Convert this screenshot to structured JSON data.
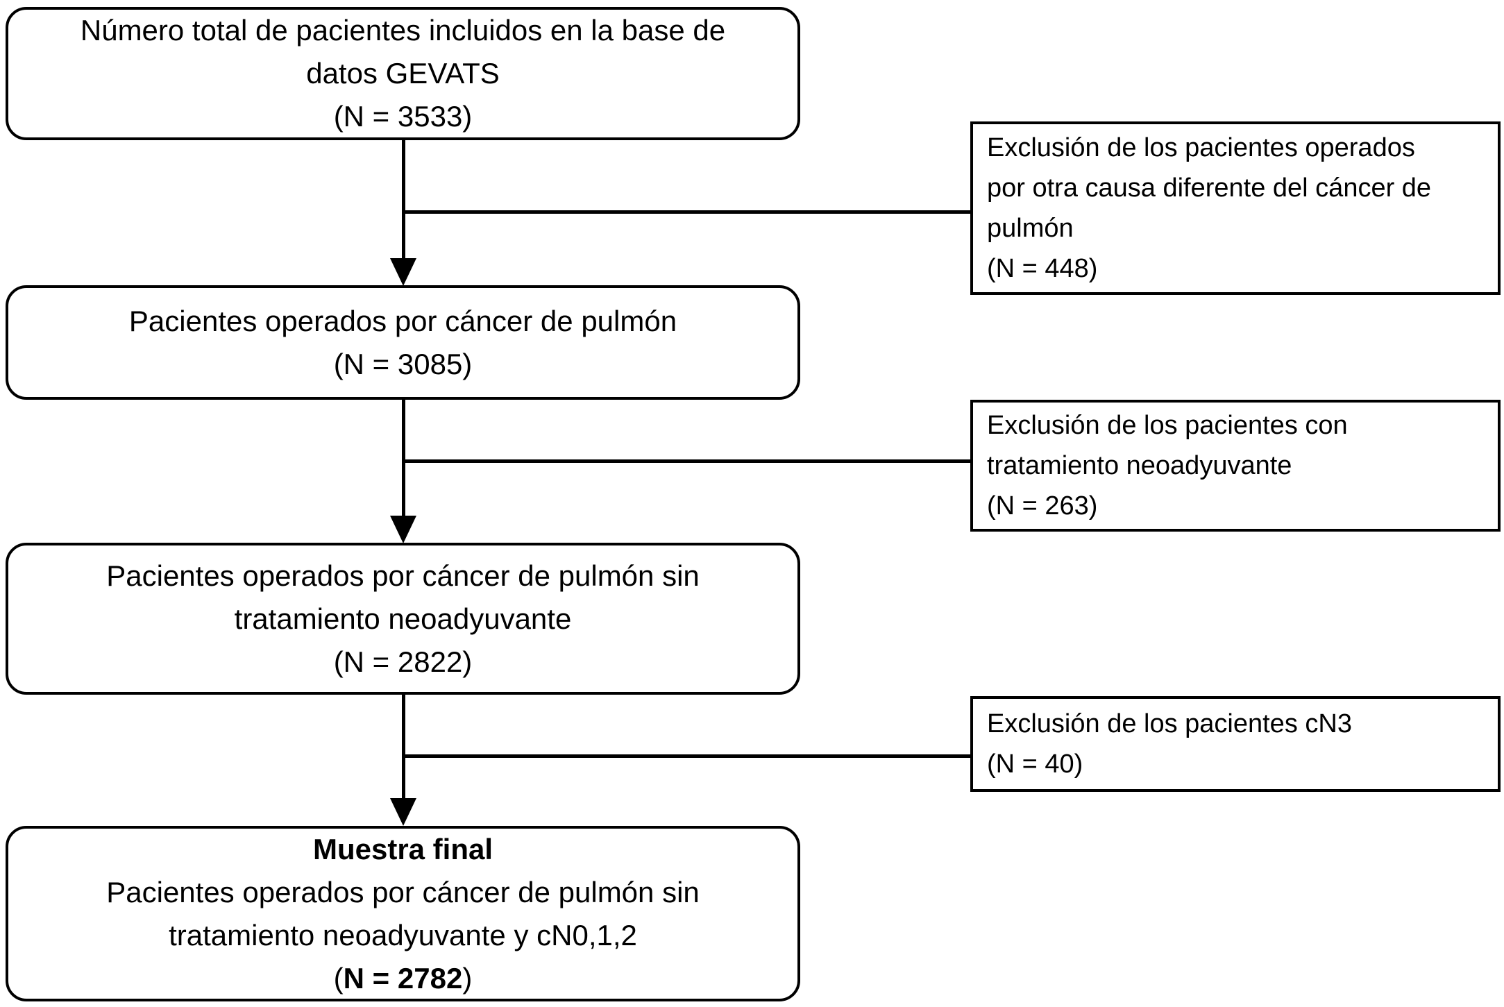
{
  "flow": {
    "colors": {
      "line": "#000000",
      "background": "#ffffff"
    },
    "main_boxes": [
      {
        "name": "total-patients",
        "lines": [
          "Número total de pacientes incluidos en la base de",
          "datos GEVATS",
          "(N = 3533)"
        ]
      },
      {
        "name": "lung-cancer-surgery",
        "lines": [
          "Pacientes operados por cáncer de pulmón",
          "(N = 3085)"
        ]
      },
      {
        "name": "no-neoadjuvant",
        "lines": [
          "Pacientes operados por cáncer de pulmón sin",
          "tratamiento neoadyuvante",
          "(N = 2822)"
        ]
      },
      {
        "name": "final-sample",
        "title": "Muestra final",
        "lines": [
          "Pacientes operados por cáncer de pulmón sin",
          "tratamiento neoadyuvante y cN0,1,2"
        ],
        "n_open": "(",
        "n_value": "N = 2782",
        "n_close": ")"
      }
    ],
    "exclusion_boxes": [
      {
        "name": "other-cause",
        "lines": [
          "Exclusión de los pacientes operados",
          "por otra causa diferente del cáncer de",
          "pulmón",
          "(N = 448)"
        ]
      },
      {
        "name": "neoadjuvant",
        "lines": [
          "Exclusión de los pacientes con",
          "tratamiento neoadyuvante",
          "(N = 263)"
        ]
      },
      {
        "name": "cn3",
        "lines": [
          "Exclusión de los pacientes cN3",
          "(N = 40)"
        ]
      }
    ]
  }
}
